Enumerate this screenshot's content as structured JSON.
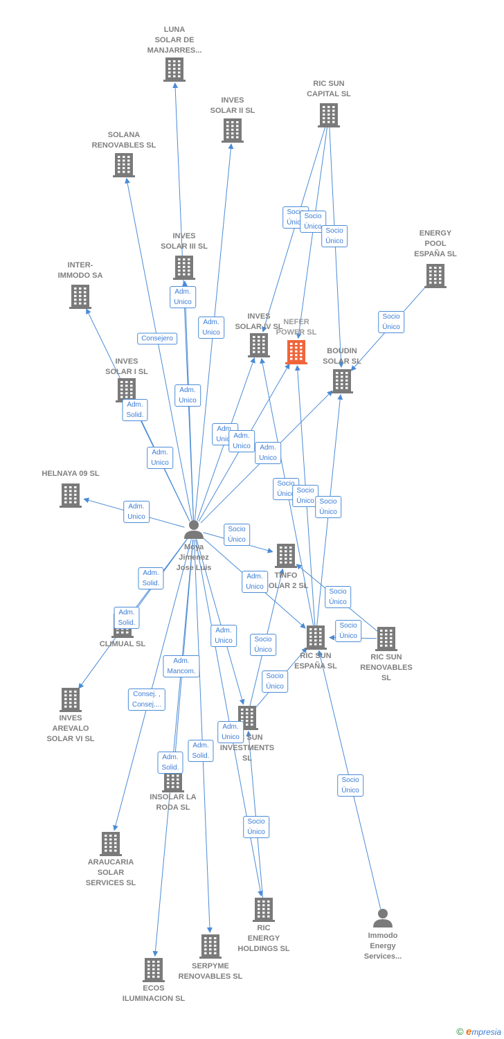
{
  "colors": {
    "edge": "#4a8bd6",
    "building": "#7a7a7a",
    "focus_building": "#f0643a",
    "person": "#7a7a7a"
  },
  "nodes": [
    {
      "id": "luna",
      "label": "LUNA\nSOLAR DE\nMANJARRES...",
      "type": "building"
    },
    {
      "id": "ricsuncap",
      "label": "RIC SUN\nCAPITAL  SL",
      "type": "building"
    },
    {
      "id": "inves2",
      "label": "INVES\nSOLAR II SL",
      "type": "building"
    },
    {
      "id": "solana",
      "label": "SOLANA\nRENOVABLES SL",
      "type": "building"
    },
    {
      "id": "energypool",
      "label": "ENERGY\nPOOL\nESPAÑA  SL",
      "type": "building"
    },
    {
      "id": "inves3",
      "label": "INVES\nSOLAR III SL",
      "type": "building"
    },
    {
      "id": "interimmodo",
      "label": "INTER-\nIMMODO SA",
      "type": "building"
    },
    {
      "id": "inves4",
      "label": "INVES\nSOLAR IV SL",
      "type": "building"
    },
    {
      "id": "nefer",
      "label": "NEFER\nPOWER  SL",
      "type": "focus"
    },
    {
      "id": "boudin",
      "label": "BOUDIN\nSOLAR SL",
      "type": "building"
    },
    {
      "id": "inves1",
      "label": "INVES\nSOLAR I SL",
      "type": "building"
    },
    {
      "id": "helnaya",
      "label": "HELNAYA 09 SL",
      "type": "building"
    },
    {
      "id": "moya",
      "label": "Moya\nJimenez\nJose Luis",
      "type": "person"
    },
    {
      "id": "tinfo",
      "label": "TINFO\nSOLAR 2 SL",
      "type": "building"
    },
    {
      "id": "climual",
      "label": "CLIMUAL SL",
      "type": "building"
    },
    {
      "id": "ricsunesp",
      "label": "RIC SUN\nESPAÑA  SL",
      "type": "building"
    },
    {
      "id": "ricsunren",
      "label": "RIC SUN\nRENOVABLES\nSL",
      "type": "building"
    },
    {
      "id": "inves6",
      "label": "INVES\nAREVALO\nSOLAR VI SL",
      "type": "building"
    },
    {
      "id": "ricsuninv",
      "label": "RIC SUN\nINVESTMENTS\nSL",
      "type": "building"
    },
    {
      "id": "insolar",
      "label": "INSOLAR LA\nRODA  SL",
      "type": "building"
    },
    {
      "id": "araucaria",
      "label": "ARAUCARIA\nSOLAR\nSERVICES SL",
      "type": "building"
    },
    {
      "id": "ricenergy",
      "label": "RIC\nENERGY\nHOLDINGS  SL",
      "type": "building"
    },
    {
      "id": "immodo",
      "label": "Immodo\nEnergy\nServices...",
      "type": "person"
    },
    {
      "id": "serpyme",
      "label": "SERPYME\nRENOVABLES SL",
      "type": "building"
    },
    {
      "id": "ecos",
      "label": "ECOS\nILUMINACION SL",
      "type": "building"
    }
  ],
  "edges": [
    {
      "from": "moya",
      "to": "luna",
      "label": "Adm.\nUnico"
    },
    {
      "from": "moya",
      "to": "inves2",
      "label": "Adm.\nUnico"
    },
    {
      "from": "moya",
      "to": "solana",
      "label": "Consejero"
    },
    {
      "from": "moya",
      "to": "inves3",
      "label": "Adm.\nUnico"
    },
    {
      "from": "moya",
      "to": "interimmodo",
      "label": "Adm.\nSolid."
    },
    {
      "from": "moya",
      "to": "inves1",
      "label": "Adm.\nUnico"
    },
    {
      "from": "moya",
      "to": "helnaya",
      "label": "Adm.\nUnico"
    },
    {
      "from": "moya",
      "to": "inves4",
      "label": "Adm.\nUnico"
    },
    {
      "from": "moya",
      "to": "nefer",
      "label": "Adm.\nUnico"
    },
    {
      "from": "moya",
      "to": "boudin",
      "label": "Adm.\nUnico"
    },
    {
      "from": "moya",
      "to": "tinfo",
      "label": "Socio\nÚnico"
    },
    {
      "from": "moya",
      "to": "ricsunesp",
      "label": "Adm.\nUnico"
    },
    {
      "from": "moya",
      "to": "climual",
      "label": "Adm.\nSolid."
    },
    {
      "from": "moya",
      "to": "inves6",
      "label": "Adm.\nSolid."
    },
    {
      "from": "moya",
      "to": "ricsuninv",
      "label": "Adm.\nUnico"
    },
    {
      "from": "moya",
      "to": "insolar",
      "label": "Adm.\nMancom."
    },
    {
      "from": "moya",
      "to": "araucaria",
      "label": "Consej. ,\nConsej...."
    },
    {
      "from": "moya",
      "to": "ricenergy",
      "label": "Adm.\nUnico"
    },
    {
      "from": "moya",
      "to": "serpyme",
      "label": "Adm.\nSolid."
    },
    {
      "from": "moya",
      "to": "ecos",
      "label": "Adm.\nSolid."
    },
    {
      "from": "ricsuncap",
      "to": "inves4",
      "label": "Socio\nÚnico"
    },
    {
      "from": "ricsuncap",
      "to": "nefer",
      "label": "Socio\nÚnico"
    },
    {
      "from": "ricsuncap",
      "to": "boudin",
      "label": "Socio\nÚnico"
    },
    {
      "from": "energypool",
      "to": "boudin",
      "label": "Socio\nÚnico"
    },
    {
      "from": "ricsunesp",
      "to": "inves4",
      "label": "Socio\nÚnico"
    },
    {
      "from": "ricsunesp",
      "to": "nefer",
      "label": "Socio\nÚnico"
    },
    {
      "from": "ricsunesp",
      "to": "boudin",
      "label": "Socio\nÚnico"
    },
    {
      "from": "ricsunren",
      "to": "tinfo",
      "label": "Socio\nÚnico"
    },
    {
      "from": "ricsunren",
      "to": "ricsunesp",
      "label": "Socio\nÚnico"
    },
    {
      "from": "ricsuninv",
      "to": "tinfo",
      "label": "Socio\nÚnico"
    },
    {
      "from": "ricsuninv",
      "to": "ricsunesp",
      "label": "Socio\nÚnico"
    },
    {
      "from": "ricenergy",
      "to": "ricsuninv",
      "label": "Socio\nÚnico"
    },
    {
      "from": "immodo",
      "to": "ricsunesp",
      "label": "Socio\nÚnico"
    }
  ],
  "footer": {
    "copyright": "©",
    "brand_initial": "e",
    "brand_rest": "mpresia"
  }
}
